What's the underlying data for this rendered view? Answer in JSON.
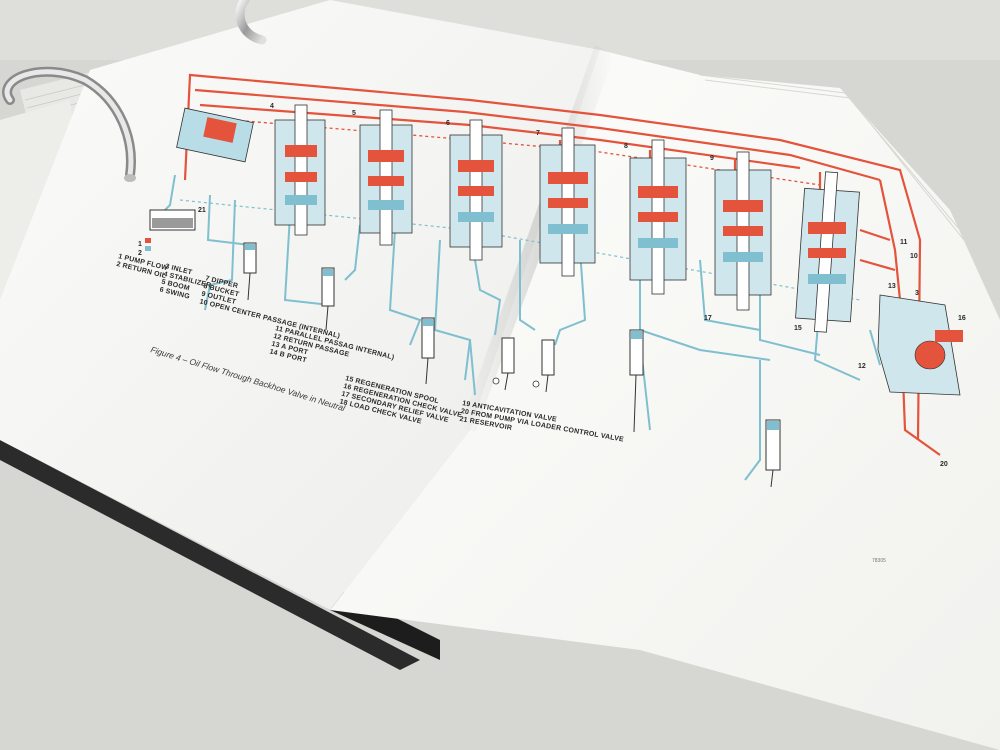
{
  "legend_groups": [
    [
      "1 PUMP FLOW",
      "2 RETURN OIL"
    ],
    [
      "3 INLET",
      "4 STABILIZER",
      "5 BOOM",
      "6 SWING"
    ],
    [
      "7 DIPPER",
      "8 BUCKET",
      "9 OUTLET",
      "10 OPEN CENTER PASSAGE (INTERNAL)"
    ],
    [
      "11 PARALLEL PASSAG INTERNAL)",
      "12 RETURN PASSAGE",
      "13 A PORT",
      "14 B PORT"
    ],
    [
      "15 REGENERATION SPOOL",
      "16 REGENERATION CHECK VALVE",
      "17 SECONDARY RELIEF VALVE",
      "18 LOAD CHECK VALVE"
    ],
    [
      "19 ANTICAVITATION VALVE",
      "20 FROM PUMP VIA LOADER CONTROL VALVE",
      "21 RESERVOIR"
    ]
  ],
  "caption": "Figure 4 – Oil Flow Through Backhoe Valve in Neutral",
  "figure_id": "78305",
  "callouts": [
    "1",
    "2",
    "21",
    "4",
    "5",
    "6",
    "7",
    "8",
    "9",
    "17",
    "15",
    "16",
    "13",
    "12",
    "3",
    "10",
    "11",
    "20"
  ],
  "colors": {
    "pump_flow": "#e4533c",
    "return_oil": "#7fbfcf",
    "page": "#f8f8f5",
    "binder_cover": "#2a2a2a"
  }
}
